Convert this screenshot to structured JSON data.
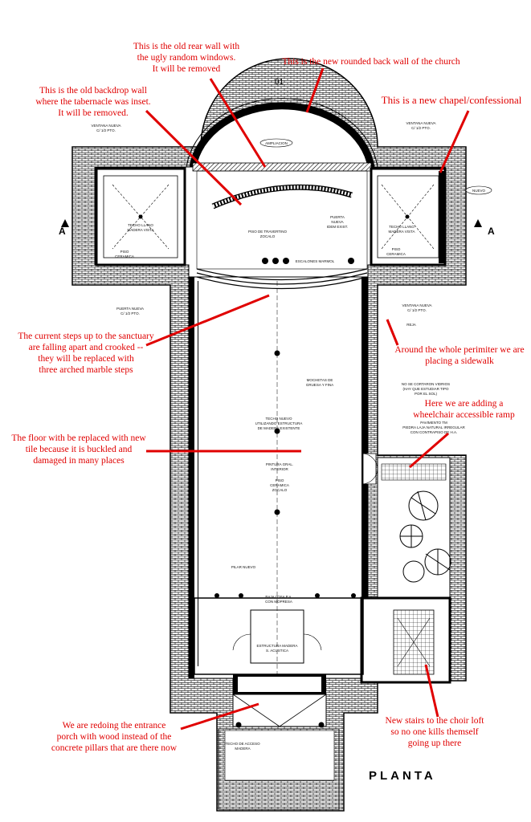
{
  "annotations": {
    "rear_wall": "This is the old rear wall with\nthe ugly random windows.\nIt will be removed",
    "back_wall": "This is the new rounded back wall of the church",
    "chapel": "This is a new chapel/confessional",
    "backdrop": "This is the old backdrop wall\nwhere the tabernacle was inset.\nIt will be removed.",
    "steps": "The current steps up to the sanctuary\nare falling apart and crooked --\nthey will be replaced with\nthree arched marble steps",
    "sidewalk": "Around the whole perimiter we are\nplacing a sidewalk",
    "ramp": "Here we are adding a\nwheelchair accessible ramp",
    "floor": "The floor with be replaced with new\ntile because it is buckled and\ndamaged in many places",
    "porch": "We are redoing the entrance\nporch with wood instead of the\nconcrete pillars that are there now",
    "stairs": "New stairs to the choir loft\nso no one kills themself\ngoing up there"
  },
  "plan_labels": {
    "ampliacion": "AMPLIACION",
    "nuevo": "NUEVO",
    "left_room": "TECHO LLANO\nMADERA VISTA",
    "right_room": "TECHO LLANO\nMADERA VISTA",
    "piso_ceramica_left": "PISO\nCERAMICA",
    "piso_ceramica_right": "PISO\nCERAMICA",
    "piso_travertino": "PISO DE TRAVERTINO\nZOCALO",
    "puerta_nueva_idem": "PUERTA\nNUEVA\nIDEM EXIST.",
    "escalones": "ESCALONES MARMOL",
    "techo_nuevo": "TECHO NUEVO\nUTILIZANDO ESTRUCTURA\nDE MADERA EXISTENTE",
    "pintura": "PINTURA GRAL.\nINTERIOR",
    "piso_ceramica_nave": "PISO\nCERAMICA\nZOCALO",
    "mochetas": "MOCHETAS DE\nGRUESA Y FINA",
    "no_cortar": "NO SE CORTARON VIDRIOS\n(HAY QUE ESTUDIAR TIPO\nPOR EL SOL)",
    "pavimento": "PAVIMENTO TM\nPIEDRA LAJA NATURAL IRREGULAR\nCON CONTRAPISO DE H.A.",
    "pilar_nuevo": "PILAR NUEVO",
    "baja_losa": "BAJA LOSA P.A.\nCON MOPRESA",
    "estructura": "ESTRUCTURA MADERA\nS. ACUSTICA",
    "techo_acceso": "TECHO DE ACCESO\nMADERA",
    "ventana_left": "VENTANA NUEVA\nC/ 1/2 PTO.",
    "ventana_right": "VENTANA NUEVA\nC/ 1/2 PTO.",
    "ventana_mid": "VENTANA NUEVA\nC/ 1/2 PTO.",
    "puerta_left": "PUERTA NUEVA\nC/ 1/2 PTO.",
    "reja": "REJA",
    "section_a": "A",
    "door_mark": "01"
  },
  "planta": "PLANTA"
}
